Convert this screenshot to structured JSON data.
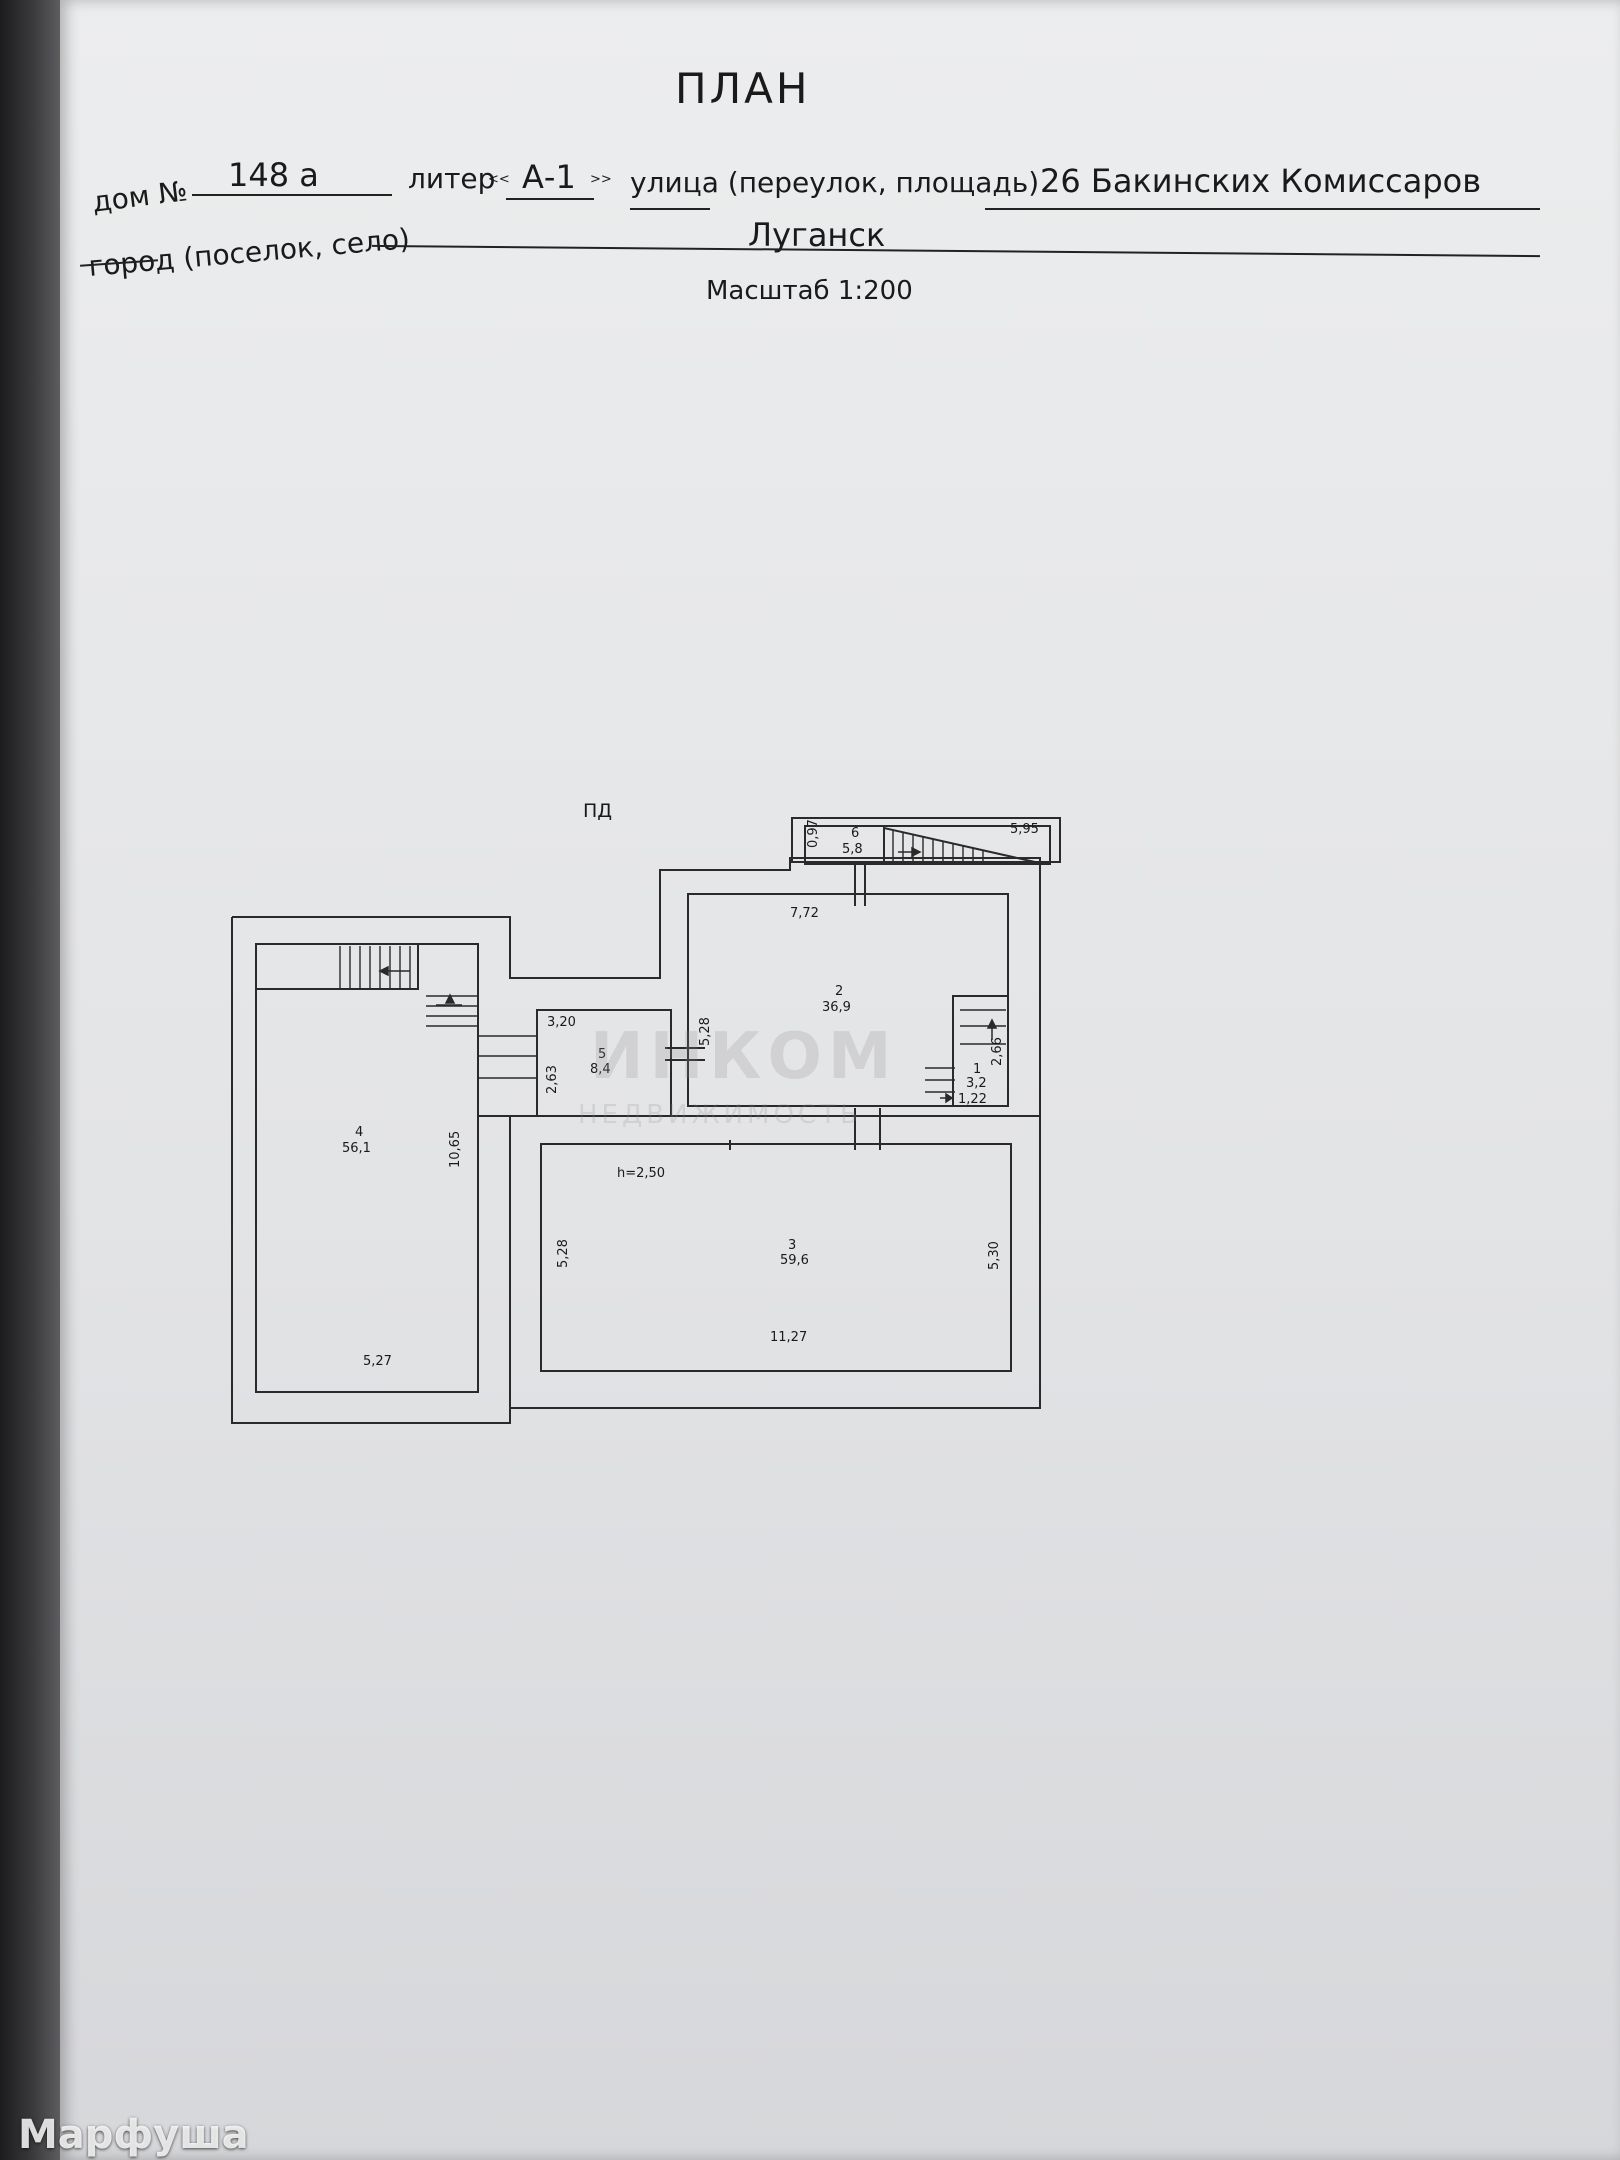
{
  "document": {
    "title": "ПЛАН",
    "house_label": "дом №",
    "house_number": "148 а",
    "liter_label": "литер",
    "liter_open": "<<",
    "liter_value": "А-1",
    "liter_close": ">>",
    "street_label": "улица (переулок, площадь)",
    "street_value": "26 Бакинских Комиссаров",
    "city_label": "город (поселок, село)",
    "city_value": "Луганск",
    "scale": "Масштаб 1:200"
  },
  "plan": {
    "label_pd": "ПД",
    "rooms": [
      {
        "id": "room-1",
        "number": "1",
        "area": "3,2"
      },
      {
        "id": "room-2",
        "number": "2",
        "area": "36,9"
      },
      {
        "id": "room-3",
        "number": "3",
        "area": "59,6"
      },
      {
        "id": "room-4",
        "number": "4",
        "area": "56,1"
      },
      {
        "id": "room-5",
        "number": "5",
        "area": "8,4"
      },
      {
        "id": "room-6",
        "number": "6",
        "area": "5,8"
      }
    ],
    "dimensions": {
      "d_0_97": "0,97",
      "d_5_95": "5,95",
      "d_7_72": "7,72",
      "d_3_20": "3,20",
      "d_5_28_a": "5,28",
      "d_2_63": "2,63",
      "d_10_65": "10,65",
      "d_1_22": "1,22",
      "d_2_66": "2,66",
      "d_5_28_b": "5,28",
      "d_5_30": "5,30",
      "d_11_27": "11,27",
      "d_5_27": "5,27",
      "height": "h=2,50"
    },
    "stamp_name": "ИНКОМ",
    "stamp_sub": "НЕДВИЖИМОСТЬ"
  },
  "photo_watermark": "Марфуша"
}
